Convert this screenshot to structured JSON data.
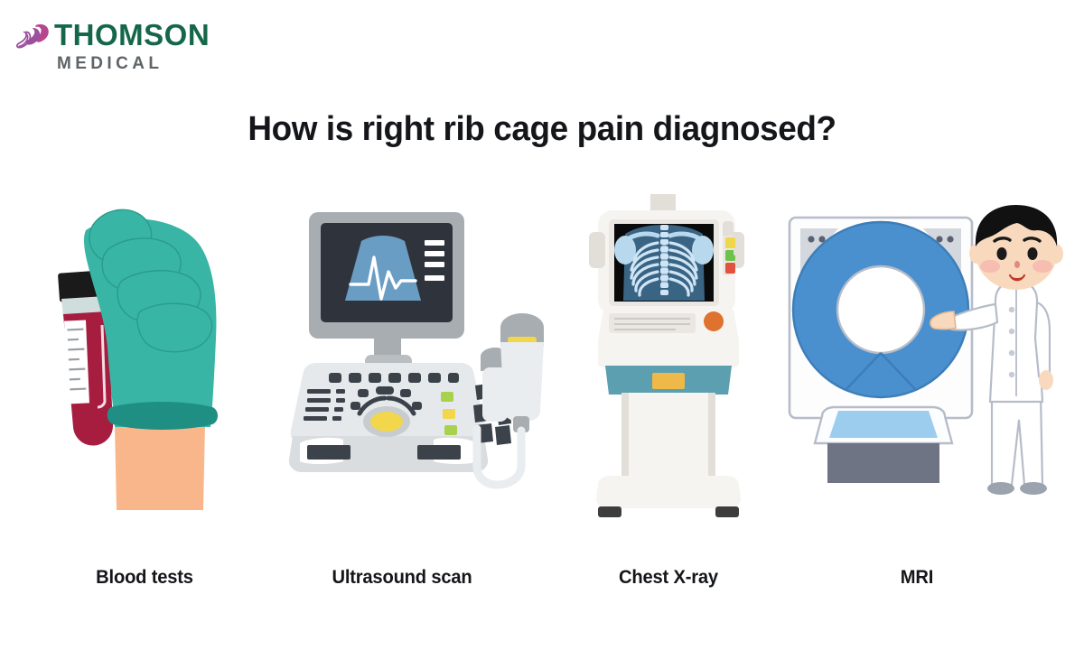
{
  "brand": {
    "name_top": "THOMSON",
    "name_bottom": "MEDICAL",
    "logo_icon": "butterfly-ribbon-icon",
    "green": "#15674a",
    "gray": "#5f6468",
    "purple": "#9c4f9c",
    "magenta": "#b5478f"
  },
  "header": {
    "title": "How is right rib cage pain diagnosed?"
  },
  "items": [
    {
      "label": "Blood tests",
      "illustration": "gloved-hand-holding-blood-vial-illustration",
      "colors": {
        "glove": "#39b5a5",
        "glove_cuff": "#1f8f83",
        "skin": "#f9b68a",
        "blood": "#a61d40",
        "cap": "#1a1a1a",
        "tube_top": "#cfdedc",
        "label_white": "#ffffff",
        "tick": "#9aa0a6"
      }
    },
    {
      "label": "Ultrasound scan",
      "illustration": "ultrasound-machine-illustration",
      "colors": {
        "monitor_bezel": "#a8adb2",
        "screen": "#2f343c",
        "scan_fan": "#6a9dc4",
        "waveform": "#ffffff",
        "console": "#e6e9ec",
        "button_dark": "#3b4249",
        "trackball": "#f2d64b",
        "green_key": "#a8d14e",
        "probe_body": "#e9edef",
        "probe_head": "#a8adb2",
        "probe_stripe": "#f2d64b"
      }
    },
    {
      "label": "Chest X-ray",
      "illustration": "chest-xray-machine-illustration",
      "colors": {
        "body": "#eae7e2",
        "body_light": "#f6f4f1",
        "screen_black": "#0a0a0a",
        "bone": "#b8d8ee",
        "tissue": "#3f6e91",
        "teal_band": "#5b9fb0",
        "amber_panel": "#efb94a",
        "orange_knob": "#e0722f",
        "wheel": "#3d3d3d",
        "led_yellow": "#efd64a",
        "led_green": "#6cc24a",
        "led_red": "#e2523f"
      }
    },
    {
      "label": "MRI",
      "illustration": "mri-scanner-with-doctor-illustration",
      "colors": {
        "gantry_blue": "#4a90cf",
        "gantry_blue_dark": "#3d7db8",
        "housing": "#fdfdfd",
        "housing_outline": "#b6bcc9",
        "bed_blue": "#9dcdee",
        "bed_white": "#fbfdff",
        "base_gray": "#6f7484",
        "coat": "#ffffff",
        "coat_outline": "#b6bcc9",
        "hair": "#111111",
        "skin": "#f8d9bd",
        "cheek": "#f6b7ae",
        "mouth": "#c0392b",
        "shoe": "#9aa3ae"
      }
    }
  ]
}
